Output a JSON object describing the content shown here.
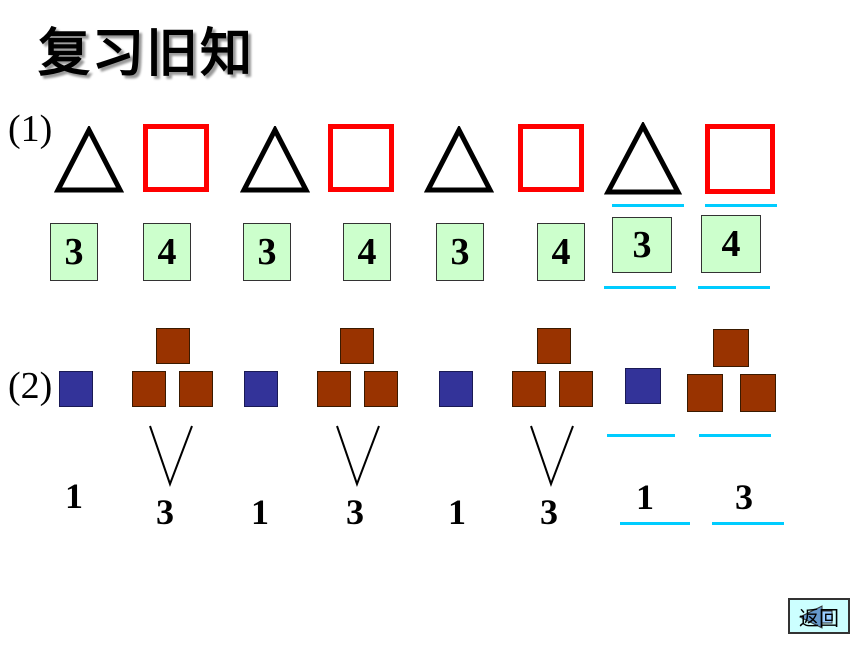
{
  "title": "复习旧知",
  "section1": {
    "label": "(1)",
    "cards": [
      "3",
      "4",
      "3",
      "4",
      "3",
      "4",
      "3",
      "4"
    ]
  },
  "section2": {
    "label": "(2)",
    "numbers": [
      "1",
      "3",
      "1",
      "3",
      "1",
      "3",
      "1",
      "3"
    ]
  },
  "colors": {
    "red_square": "#ff0000",
    "card_fill": "#ccffcc",
    "blue_square": "#333399",
    "brown_square": "#993300",
    "answer_line": "#00ccff"
  },
  "back_button": {
    "label": "返回"
  }
}
